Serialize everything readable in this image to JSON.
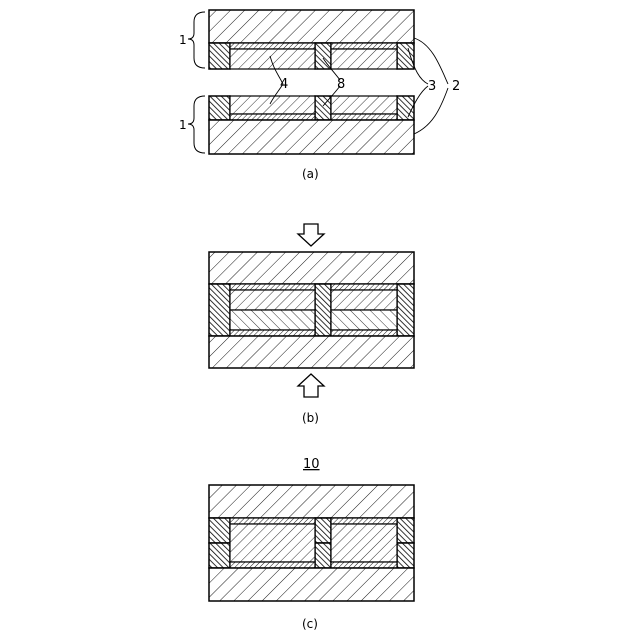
{
  "figure": {
    "panels": [
      {
        "id": "a",
        "caption": "(a)"
      },
      {
        "id": "b",
        "caption": "(b)"
      },
      {
        "id": "c",
        "caption": "(c)",
        "title": "10"
      }
    ],
    "callouts": {
      "one_top": "1",
      "one_bottom": "1",
      "four": "4",
      "eight": "8",
      "three": "3",
      "two": "2"
    },
    "arrows": [
      "down",
      "up"
    ]
  }
}
